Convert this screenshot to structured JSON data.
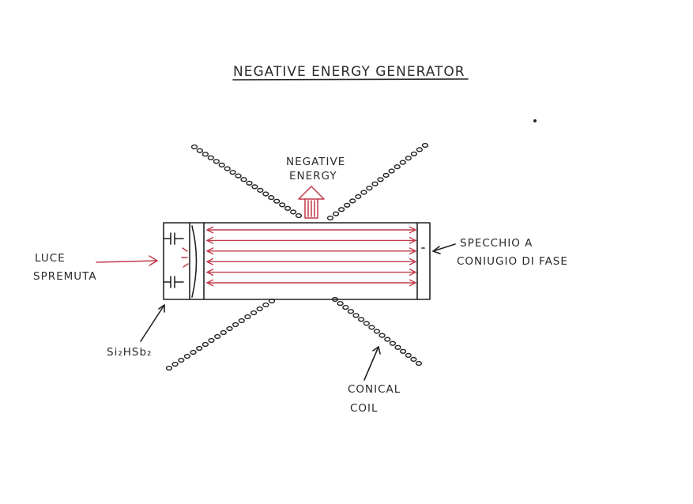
{
  "diagram": {
    "title": "NEGATIVE ENERGY GENERATOR",
    "labels": {
      "negative_energy_line1": "NEGATIVE",
      "negative_energy_line2": "ENERGY",
      "luce_line1": "LUCE",
      "luce_line2": "SPREMUTA",
      "specchio_line1": "SPECCHIO A",
      "specchio_line2": "CONIUGIO DI FASE",
      "material": "Si₂HSb₂",
      "coil_line1": "CONICAL",
      "coil_line2": "COIL"
    },
    "colors": {
      "ink": "#222222",
      "laser": "#c23a4a",
      "paper": "#ffffff"
    },
    "laser_passes": 6,
    "coil_count": 4
  }
}
